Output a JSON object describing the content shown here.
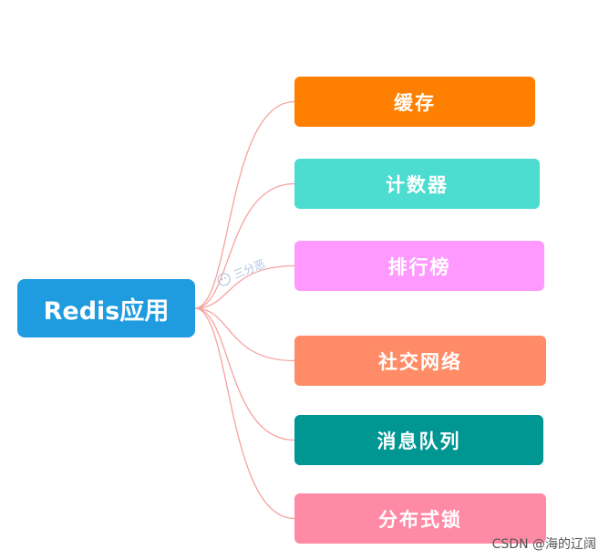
{
  "root": {
    "label": "Redis应用",
    "color": "#1f9be0"
  },
  "branches": [
    {
      "label": "缓存",
      "color": "#ff8000"
    },
    {
      "label": "计数器",
      "color": "#4cdcd0"
    },
    {
      "label": "排行榜",
      "color": "#ff99ff"
    },
    {
      "label": "社交网络",
      "color": "#ff8c66"
    },
    {
      "label": "消息队列",
      "color": "#009692"
    },
    {
      "label": "分布式锁",
      "color": "#ff8aa6"
    }
  ],
  "link_color": "#f4a3a0",
  "watermark": {
    "text": "三分恶"
  },
  "footer": {
    "text": "CSDN @海的辽阔"
  }
}
